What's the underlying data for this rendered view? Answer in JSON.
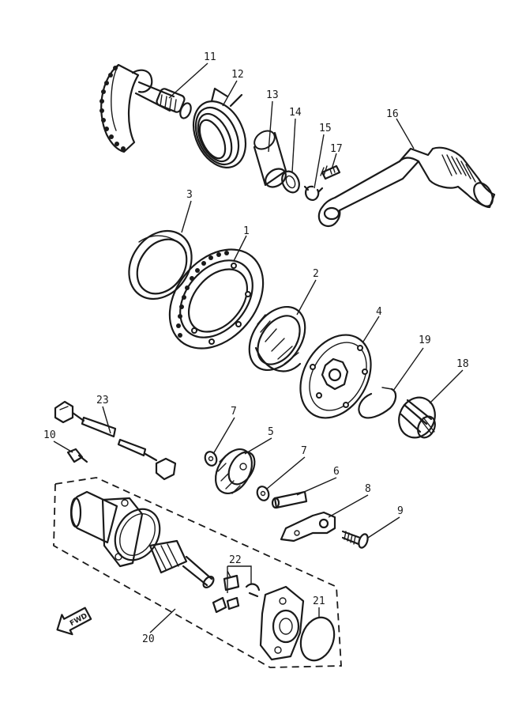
{
  "callouts": {
    "c1": "1",
    "c2": "2",
    "c3": "3",
    "c4": "4",
    "c5": "5",
    "c6": "6",
    "c7a": "7",
    "c7b": "7",
    "c8": "8",
    "c9": "9",
    "c10": "10",
    "c11": "11",
    "c12": "12",
    "c13": "13",
    "c14": "14",
    "c15": "15",
    "c16": "16",
    "c17": "17",
    "c18": "18",
    "c19": "19",
    "c20": "20",
    "c21": "21",
    "c22": "22",
    "c23": "23"
  },
  "fwd_label": "FWD"
}
